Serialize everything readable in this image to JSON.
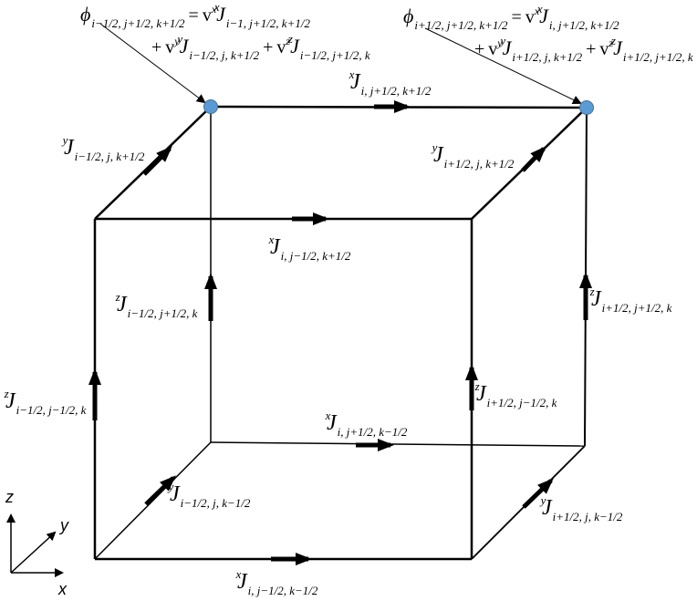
{
  "formula_left": {
    "phi_sub": "i−1/2, j+1/2, k+1/2",
    "eq": "=",
    "t1_v": "v",
    "t1_vsup": "x",
    "t1_sup": "x",
    "t1_sub": "i−1, j+1/2, k+1/2",
    "t2_plus": "+",
    "t2_v": "v",
    "t2_vsup": "y",
    "t2_sup": "y",
    "t2_sub": "i−1/2, j, k+1/2",
    "t3_plus": "+",
    "t3_v": "v",
    "t3_vsup": "z",
    "t3_sup": "z",
    "t3_sub": "i−1/2, j+1/2, k"
  },
  "formula_right": {
    "phi_sub": "i+1/2, j+1/2, k+1/2",
    "eq": "=",
    "t1_v": "v",
    "t1_vsup": "x",
    "t1_sup": "x",
    "t1_sub": "i, j+1/2, k+1/2",
    "t2_plus": "+",
    "t2_v": "v",
    "t2_vsup": "y",
    "t2_sup": "y",
    "t2_sub": "i+1/2, j, k+1/2",
    "t3_plus": "+",
    "t3_v": "v",
    "t3_vsup": "z",
    "t3_sup": "z",
    "t3_sub": "i+1/2, j+1/2, k"
  },
  "labels": [
    {
      "sup": "x",
      "sub": "i, j+1/2, k+1/2"
    },
    {
      "sup": "y",
      "sub": "i−1/2, j, k+1/2"
    },
    {
      "sup": "y",
      "sub": "i+1/2, j, k+1/2"
    },
    {
      "sup": "x",
      "sub": "i, j−1/2, k+1/2"
    },
    {
      "sup": "z",
      "sub": "i−1/2, j+1/2, k"
    },
    {
      "sup": "z",
      "sub": "i+1/2, j+1/2, k"
    },
    {
      "sup": "z",
      "sub": "i−1/2, j−1/2, k"
    },
    {
      "sup": "z",
      "sub": "i+1/2, j−1/2, k"
    },
    {
      "sup": "x",
      "sub": "i, j+1/2, k−1/2"
    },
    {
      "sup": "y",
      "sub": "i−1/2, j, k−1/2"
    },
    {
      "sup": "y",
      "sub": "i+1/2, j, k−1/2"
    },
    {
      "sup": "x",
      "sub": "i, j−1/2, k−1/2"
    }
  ],
  "axes": {
    "z": "z",
    "y": "y",
    "x": "x"
  },
  "colors": {
    "node": "#5b9bd5",
    "node_stroke": "#41719c",
    "line": "#000000"
  }
}
